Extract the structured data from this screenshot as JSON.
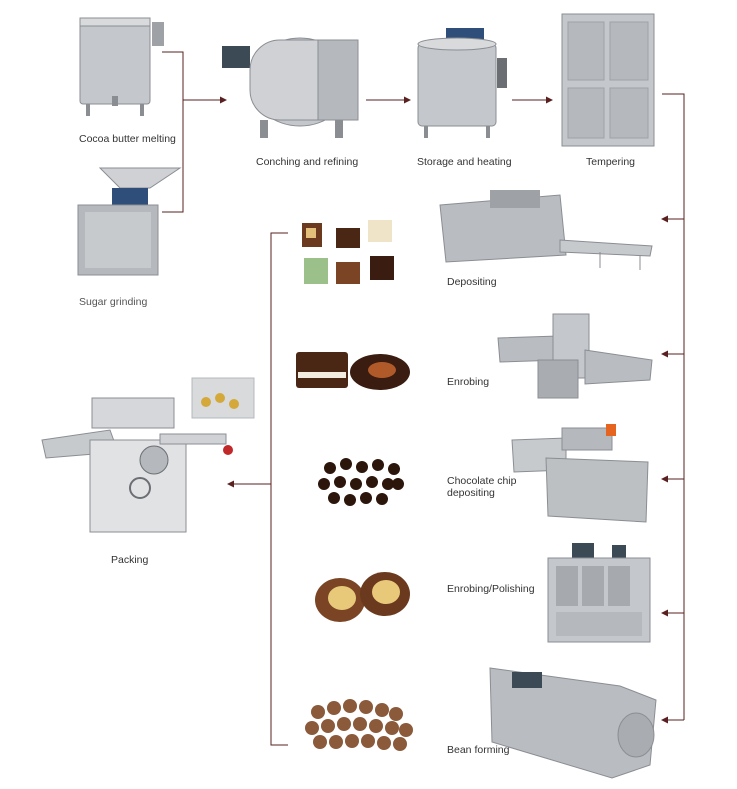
{
  "labels": {
    "cocoa_butter_melting": "Cocoa butter melting",
    "sugar_grinding": "Sugar grinding",
    "conching_refining": "Conching and refining",
    "storage_heating": "Storage and heating",
    "tempering": "Tempering",
    "depositing": "Depositing",
    "enrobing": "Enrobing",
    "chip_depositing_1": "Chocolate chip",
    "chip_depositing_2": "depositing",
    "enrobing_polishing": "Enrobing/Polishing",
    "bean_forming": "Bean forming",
    "packing": "Packing"
  },
  "colors": {
    "arrow": "#5a1f1f",
    "steel": "#b9bcc0",
    "steel_dark": "#8a8e93",
    "chocolate": "#4a2614",
    "milk_chocolate": "#8a5a3a"
  }
}
